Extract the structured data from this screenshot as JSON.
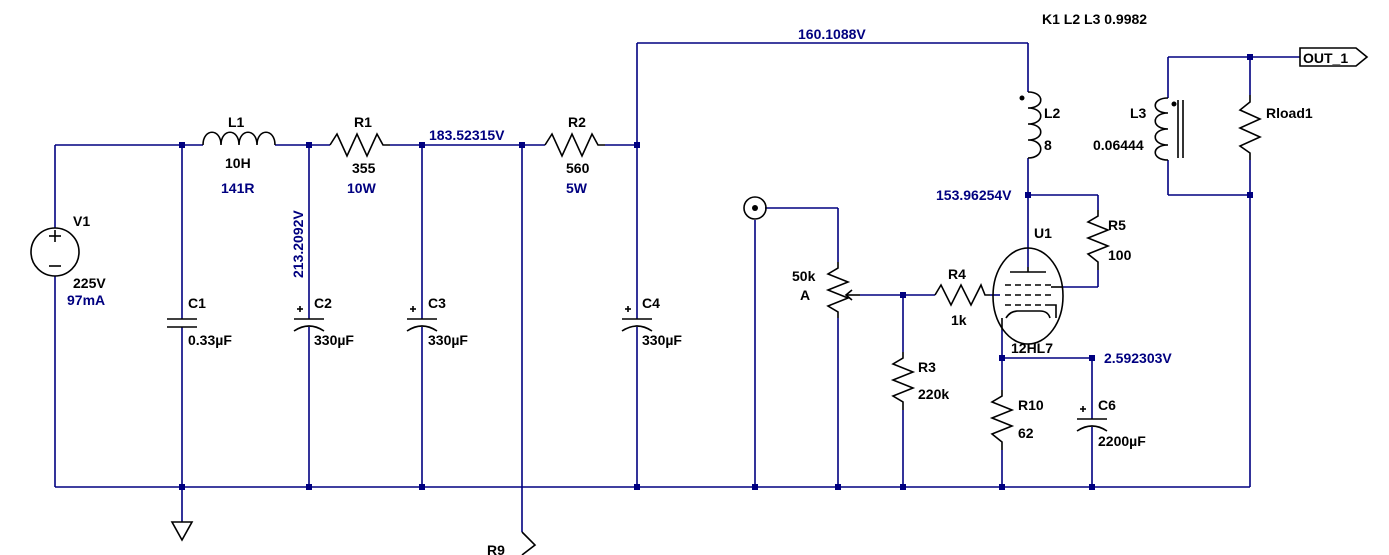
{
  "colors": {
    "wire": "#000080",
    "component": "#000000",
    "measurement": "#000080",
    "background": "#ffffff"
  },
  "coupling": "K1 L2 L3 0.9982",
  "nodes": {
    "n160": "160.1088V",
    "n183": "183.52315V",
    "n213": "213.2092V",
    "n153": "153.96254V",
    "n2_59": "2.592303V"
  },
  "V1": {
    "name": "V1",
    "value": "225V",
    "current": "97mA"
  },
  "L1": {
    "name": "L1",
    "value": "10H",
    "resistance": "141R"
  },
  "R1": {
    "name": "R1",
    "value": "355",
    "power": "10W"
  },
  "R2": {
    "name": "R2",
    "value": "560",
    "power": "5W"
  },
  "C1": {
    "name": "C1",
    "value": "0.33µF"
  },
  "C2": {
    "name": "C2",
    "value": "330µF"
  },
  "C3": {
    "name": "C3",
    "value": "330µF"
  },
  "C4": {
    "name": "C4",
    "value": "330µF"
  },
  "pot": {
    "value": "50k",
    "label": "A"
  },
  "R3": {
    "name": "R3",
    "value": "220k"
  },
  "R4": {
    "name": "R4",
    "value": "1k"
  },
  "R5": {
    "name": "R5",
    "value": "100"
  },
  "R9": {
    "name": "R9"
  },
  "R10": {
    "name": "R10",
    "value": "62"
  },
  "C6": {
    "name": "C6",
    "value": "2200µF"
  },
  "U1": {
    "name": "U1",
    "model": "12HL7"
  },
  "L2": {
    "name": "L2",
    "value": "8"
  },
  "L3": {
    "name": "L3",
    "value": "0.06444"
  },
  "Rload": {
    "name": "Rload1"
  },
  "out": {
    "label": "OUT_1"
  }
}
